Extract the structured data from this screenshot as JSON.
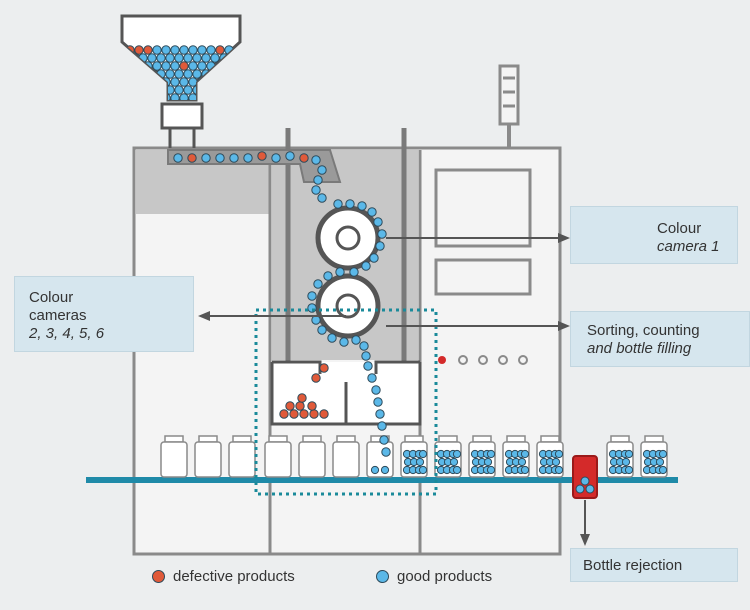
{
  "colors": {
    "defective": "#e05a3a",
    "good": "#5bb8e8",
    "machine_outline": "#8a8a8a",
    "conveyor": "#1f8aa8",
    "callout_bg": "#d6e6ee",
    "rejection_bottle": "#d42a2a",
    "dashed_box": "#1a8a9a"
  },
  "callouts": {
    "camera1": {
      "line1": "Colour",
      "line2": "camera 1",
      "icon": "camera-icon"
    },
    "cameras": {
      "line1": "Colour",
      "line2": "cameras",
      "line3": "2, 3, 4, 5, 6",
      "icon": "camera-icon"
    },
    "sorting": {
      "line1": "Sorting, counting",
      "line2": "and bottle filling"
    },
    "rejection": {
      "label": "Bottle rejection"
    }
  },
  "legend": {
    "defective": "defective products",
    "good": "good products"
  }
}
